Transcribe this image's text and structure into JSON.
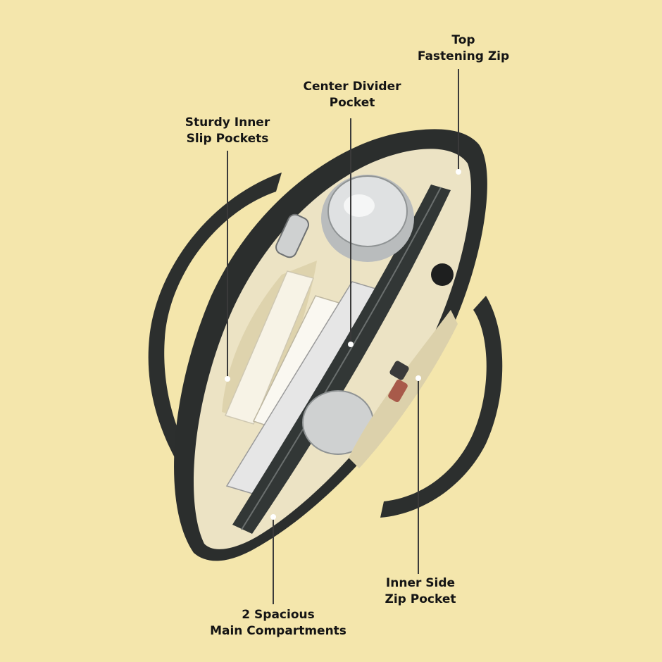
{
  "image": {
    "background_color": "#f4e6ac",
    "subject": "open-black-tote-bag",
    "colors": {
      "bag_leather": "#2b2e2d",
      "lining": "#ece3c4",
      "leader_line": "#3a3a3a",
      "label_text": "#141414"
    }
  },
  "callouts": {
    "top_zip": {
      "line1": "Top",
      "line2": "Fastening Zip"
    },
    "center_divider": {
      "line1": "Center Divider",
      "line2": "Pocket"
    },
    "slip_pockets": {
      "line1": "Sturdy Inner",
      "line2": "Slip Pockets"
    },
    "side_zip": {
      "line1": "Inner Side",
      "line2": "Zip Pocket"
    },
    "main_compartments": {
      "line1": "2 Spacious",
      "line2": "Main Compartments"
    }
  }
}
